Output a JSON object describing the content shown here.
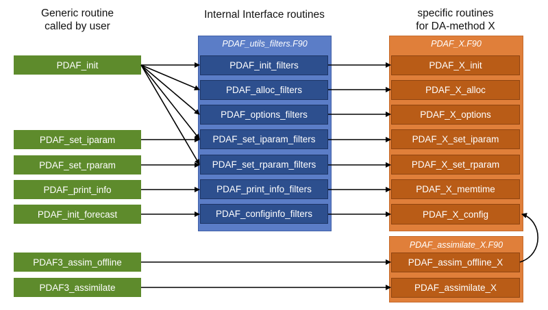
{
  "headers": {
    "generic": "Generic routine\ncalled by user",
    "internal": "Internal Interface routines",
    "specific": "specific routines\nfor DA-method X"
  },
  "panels": {
    "utils_file": "PDAF_utils_filters.F90",
    "x_file": "PDAF_X.F90",
    "assim_file": "PDAF_assimilate_X.F90"
  },
  "generic_routines": {
    "init": "PDAF_init",
    "set_iparam": "PDAF_set_iparam",
    "set_rparam": "PDAF_set_rparam",
    "print_info": "PDAF_print_info",
    "init_forecast": "PDAF_init_forecast",
    "assim_offline": "PDAF3_assim_offline",
    "assimilate": "PDAF3_assimilate"
  },
  "interface_routines": {
    "init_filters": "PDAF_init_filters",
    "alloc_filters": "PDAF_alloc_filters",
    "options_filters": "PDAF_options_filters",
    "set_iparam_filters": "PDAF_set_iparam_filters",
    "set_rparam_filters": "PDAF_set_rparam_filters",
    "print_info_filters": "PDAF_print_info_filters",
    "configinfo_filters": "PDAF_configinfo_filters"
  },
  "specific_routines": {
    "init": "PDAF_X_init",
    "alloc": "PDAF_X_alloc",
    "options": "PDAF_X_options",
    "set_iparam": "PDAF_X_set_iparam",
    "set_rparam": "PDAF_X_set_rparam",
    "memtime": "PDAF_X_memtime",
    "config": "PDAF_X_config",
    "assim_offline": "PDAF_assim_offline_X",
    "assimilate": "PDAF_assimilate_X"
  },
  "colors": {
    "green": "#5e8b2c",
    "blue_panel": "#5b7dc7",
    "blue_box": "#2d4f8e",
    "orange_panel": "#e07f3a",
    "orange_box": "#b95c17"
  }
}
